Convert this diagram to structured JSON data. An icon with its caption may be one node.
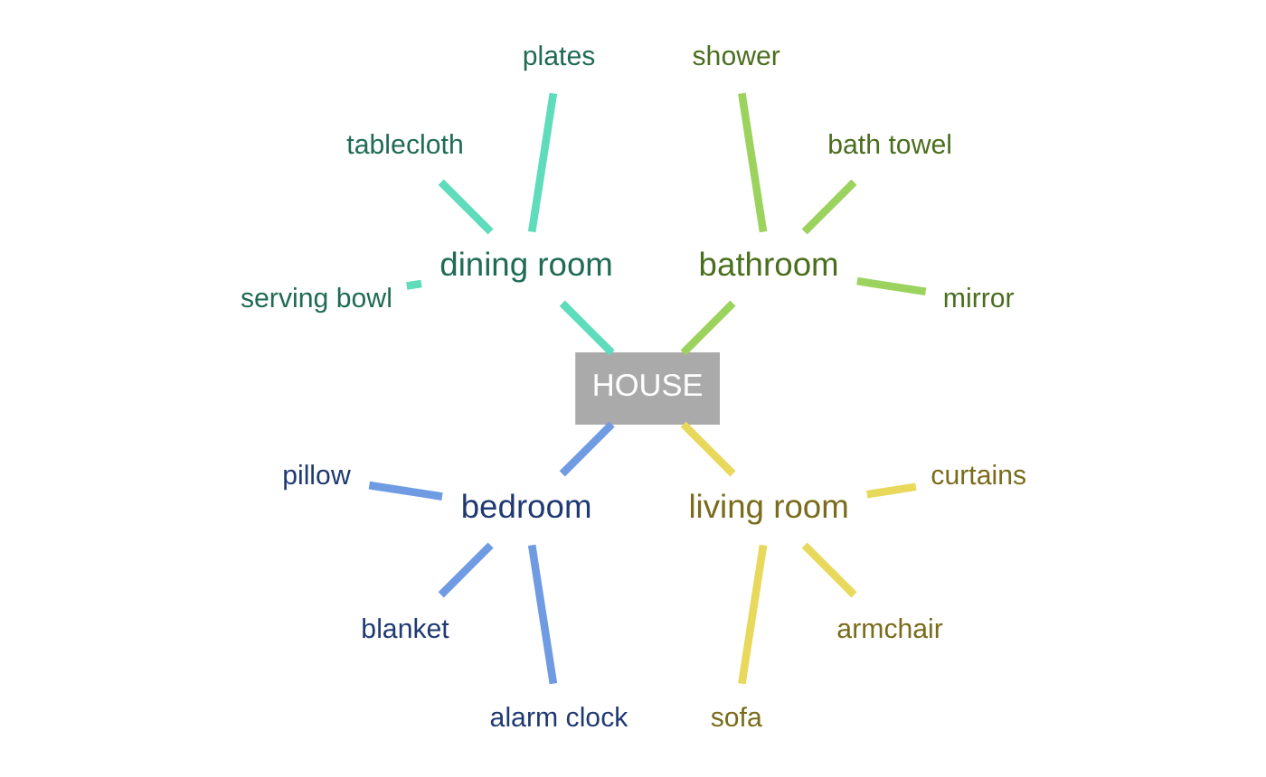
{
  "diagram": {
    "nodes": [
      {
        "text": [
          "HOUSE"
        ]
      },
      {
        "text": [
          "bathroom"
        ]
      },
      {
        "text": [
          "mirror"
        ]
      },
      {
        "text": [
          "bath towel"
        ]
      },
      {
        "text": [
          "shower"
        ]
      },
      {
        "text": [
          "dining room"
        ]
      },
      {
        "text": [
          "plates"
        ]
      },
      {
        "text": [
          "tablecloth"
        ]
      },
      {
        "text": [
          "serving bowl"
        ]
      },
      {
        "text": [
          "bedroom"
        ]
      },
      {
        "text": [
          "pillow"
        ]
      },
      {
        "text": [
          "blanket"
        ]
      },
      {
        "text": [
          "alarm clock"
        ]
      },
      {
        "text": [
          "living room"
        ]
      },
      {
        "text": [
          "sofa"
        ]
      },
      {
        "text": [
          "armchair"
        ]
      },
      {
        "text": [
          "curtains"
        ]
      }
    ],
    "edges": [
      {
        "from": 0,
        "to": 1,
        "arrow": "none",
        "color": "#9cd35f"
      },
      {
        "from": 1,
        "to": 2,
        "arrow": "none",
        "color": "#9cd35f"
      },
      {
        "from": 1,
        "to": 3,
        "arrow": "none",
        "color": "#9cd35f"
      },
      {
        "from": 1,
        "to": 4,
        "arrow": "none",
        "color": "#9cd35f"
      },
      {
        "from": 0,
        "to": 5,
        "arrow": "none",
        "color": "#5fdcbb"
      },
      {
        "from": 5,
        "to": 6,
        "arrow": "none",
        "color": "#5fdcbb"
      },
      {
        "from": 5,
        "to": 7,
        "arrow": "none",
        "color": "#5fdcbb"
      },
      {
        "from": 5,
        "to": 8,
        "arrow": "none",
        "color": "#5fdcbb"
      },
      {
        "from": 0,
        "to": 9,
        "arrow": "none",
        "color": "#6f9be3"
      },
      {
        "from": 9,
        "to": 10,
        "arrow": "none",
        "color": "#6f9be3"
      },
      {
        "from": 9,
        "to": 11,
        "arrow": "none",
        "color": "#6f9be3"
      },
      {
        "from": 9,
        "to": 12,
        "arrow": "none",
        "color": "#6f9be3"
      },
      {
        "from": 0,
        "to": 13,
        "arrow": "none",
        "color": "#e8d85c"
      },
      {
        "from": 13,
        "to": 14,
        "arrow": "none",
        "color": "#e8d85c"
      },
      {
        "from": 13,
        "to": 15,
        "arrow": "none",
        "color": "#e8d85c"
      },
      {
        "from": 13,
        "to": 16,
        "arrow": "none",
        "color": "#e8d85c"
      }
    ]
  }
}
